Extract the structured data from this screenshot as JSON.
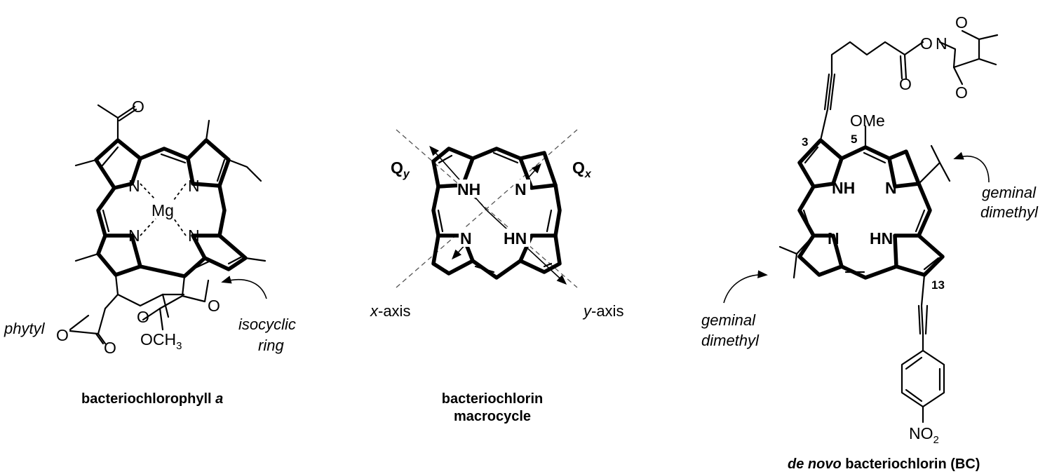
{
  "structures": {
    "bchl": {
      "atoms": {
        "n": "N",
        "mg": "Mg",
        "o": "O",
        "och3": "OCH",
        "och3_sub": "3"
      },
      "labels": {
        "phytyl": "phytyl",
        "isocyclic_1": "isocyclic",
        "isocyclic_2": "ring"
      },
      "caption": {
        "main": "bacteriochlorophyll ",
        "italic": "a"
      }
    },
    "macrocycle": {
      "atoms": {
        "n": "N",
        "nh": "NH",
        "hn": "HN"
      },
      "q_y": {
        "q": "Q",
        "sub": "y"
      },
      "q_x": {
        "q": "Q",
        "sub": "x"
      },
      "x_axis": {
        "italic": "x",
        "rest": "-axis"
      },
      "y_axis": {
        "italic": "y",
        "rest": "-axis"
      },
      "caption_line1": "bacteriochlorin",
      "caption_line2": "macrocycle"
    },
    "bc": {
      "atoms": {
        "n": "N",
        "nh": "NH",
        "hn": "HN",
        "o": "O",
        "ome": "OMe",
        "no2": "NO",
        "no2_sub": "2"
      },
      "positions": {
        "p3": "3",
        "p5": "5",
        "p13": "13"
      },
      "geminal_right": {
        "line1": "geminal",
        "line2": "dimethyl"
      },
      "geminal_left": {
        "line1": "geminal",
        "line2": "dimethyl"
      },
      "caption": {
        "italic1": "de novo",
        "rest": " bacteriochlorin (BC)"
      }
    }
  }
}
